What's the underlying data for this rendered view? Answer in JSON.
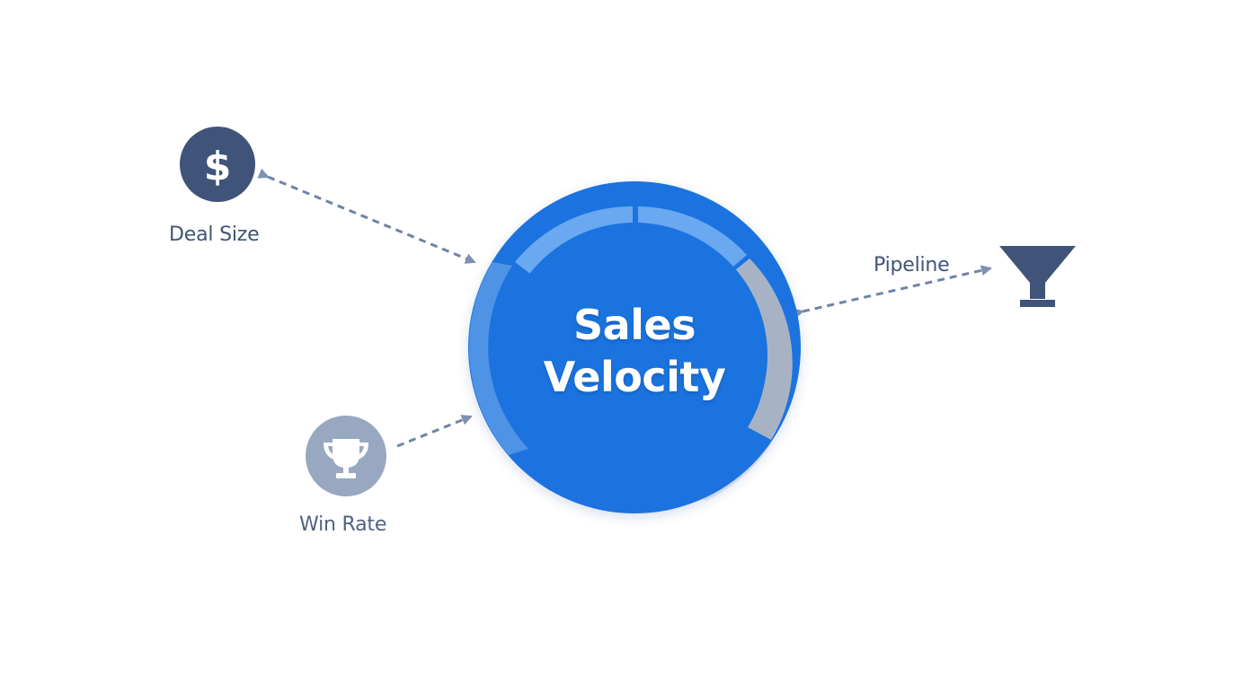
{
  "hub": {
    "line1": "Sales",
    "line2": "Velocity"
  },
  "nodes": {
    "deal_size": {
      "label": "Deal Size",
      "icon": "dollar-icon"
    },
    "pipeline": {
      "label": "Pipeline",
      "icon": "funnel-icon"
    },
    "win_rate": {
      "label": "Win Rate",
      "icon": "trophy-icon"
    }
  },
  "colors": {
    "hub_blue": "#1a73df",
    "hub_ring_light": "#6aa8f0",
    "hub_ring_gray": "#a7b3c4",
    "navy": "#3f5478",
    "slate_light": "#98a8c0",
    "arrow": "#6f84a6",
    "label": "#3f5478"
  }
}
